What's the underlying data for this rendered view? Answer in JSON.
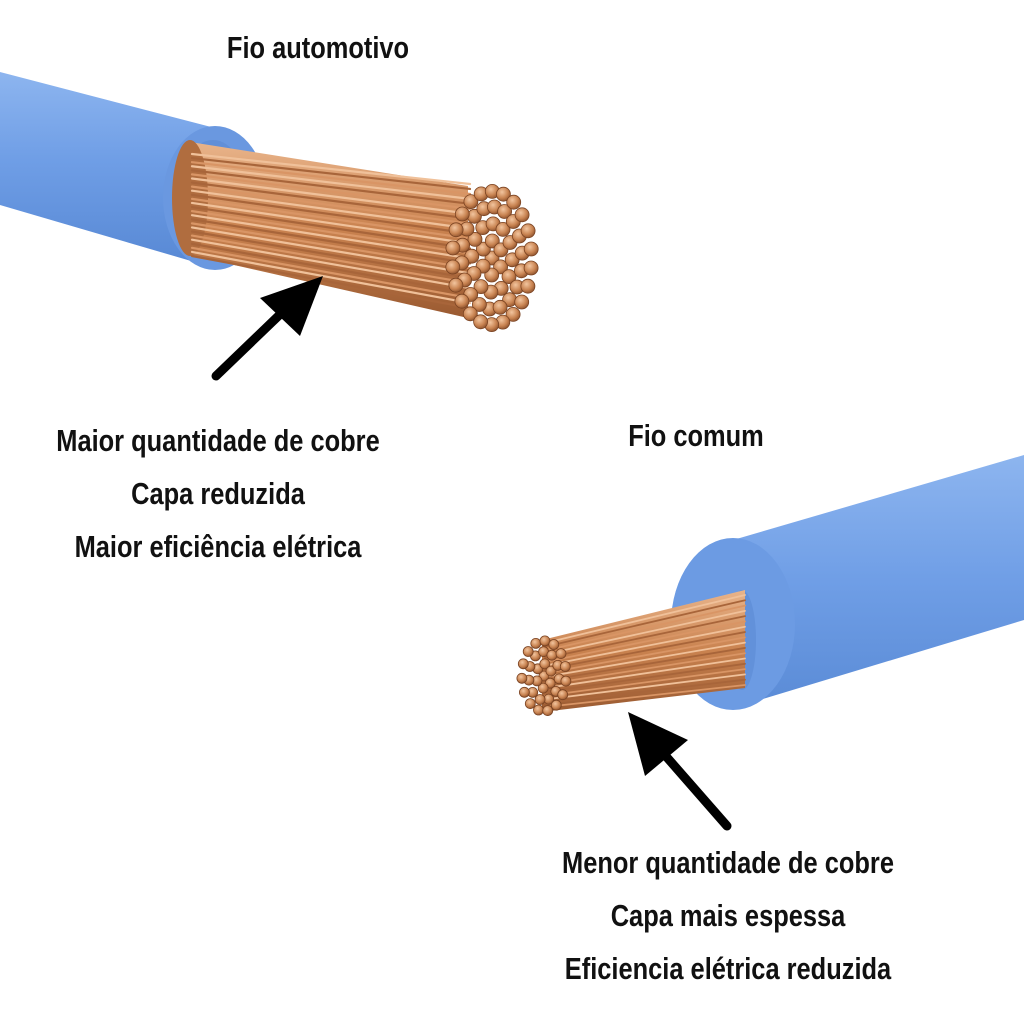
{
  "wires": {
    "automotive": {
      "title": "Fio automotivo",
      "features": [
        "Maior quantidade de cobre",
        "Capa reduzida",
        "Maior eficiência elétrica"
      ]
    },
    "common": {
      "title": "Fio comum",
      "features": [
        "Menor quantidade de cobre",
        "Capa mais espessa",
        "Eficiencia elétrica reduzida"
      ]
    }
  },
  "colors": {
    "insulation": "#6f9ee6",
    "insulation_dark": "#5b8ad6",
    "copper": "#c9824f",
    "copper_light": "#eab38a",
    "copper_dark": "#8a4f2b",
    "arrow": "#000000"
  }
}
